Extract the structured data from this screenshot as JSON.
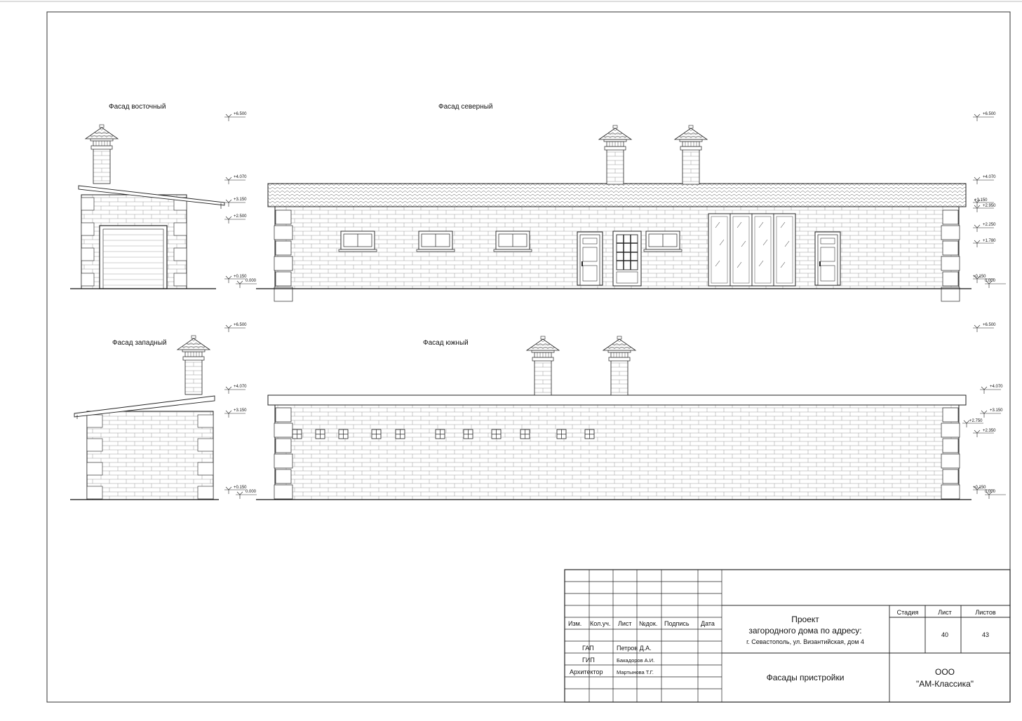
{
  "drawing": {
    "elevations": {
      "east": {
        "title": "Фасад восточный",
        "levels": [
          "+6.500",
          "+4.070",
          "+3.150",
          "+2.500",
          "+0.150",
          "0.000"
        ]
      },
      "north": {
        "title": "Фасад северный",
        "levels": [
          "+6.500",
          "+4.070",
          "+3.150",
          "+2.950",
          "+2.250",
          "+1.780",
          "+0.150",
          "0.000"
        ]
      },
      "west": {
        "title": "Фасад западный",
        "levels": [
          "+6.500",
          "+4.070",
          "+3.150",
          "+0.150",
          "0.000"
        ]
      },
      "south": {
        "title": "Фасад южный",
        "levels": [
          "+6.500",
          "+4.070",
          "+3.150",
          "+2.750",
          "+2.350",
          "+0.150",
          "0.000"
        ]
      }
    }
  },
  "title_block": {
    "headers": {
      "izm": "Изм.",
      "kol_uch": "Кол.уч.",
      "list": "Лист",
      "ndok": "№док.",
      "podpis": "Подпись",
      "data": "Дата"
    },
    "roles": [
      {
        "role": "ГАП",
        "name": "Петров Д.А."
      },
      {
        "role": "ГИП",
        "name": "Бакадоров А.И."
      },
      {
        "role": "Архитектор",
        "name": "Мартынова Т.Г."
      }
    ],
    "project_line1": "Проект",
    "project_line2": "загородного дома по адресу:",
    "project_line3": "г. Севастополь, ул. Византийская, дом 4",
    "sheet_title": "Фасады пристройки",
    "stage_label": "Стадия",
    "sheet_label": "Лист",
    "sheets_label": "Листов",
    "stage_value": "",
    "sheet_value": "40",
    "sheets_value": "43",
    "org_line1": "ООО",
    "org_line2": "\"АМ-Классика\""
  }
}
